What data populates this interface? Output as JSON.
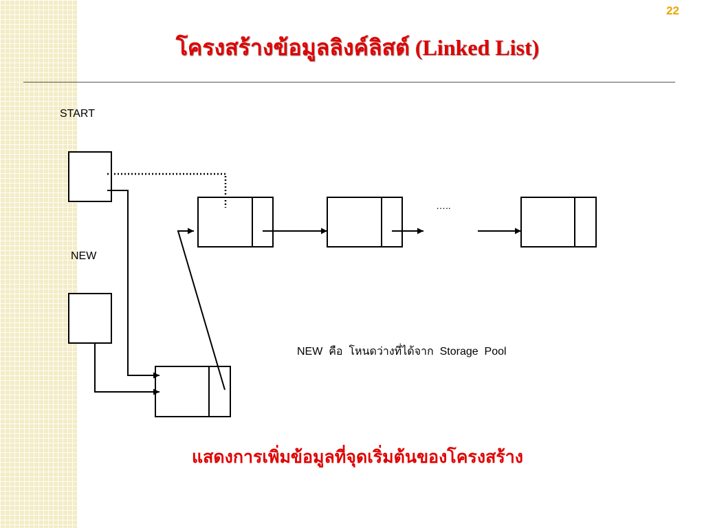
{
  "slide": {
    "page_number": "22",
    "title": "โครงสร้างข้อมูลลิงค์ลิสต์ (Linked List)",
    "caption": "แสดงการเพิ่มข้อมูลที่จุดเริ่มต้นของโครงสร้าง"
  },
  "diagram": {
    "start_label": "START",
    "new_label": "NEW",
    "ellipsis": "…..",
    "note": "NEW  คือ  โหนดว่างที่ได้จาก  Storage  Pool"
  }
}
